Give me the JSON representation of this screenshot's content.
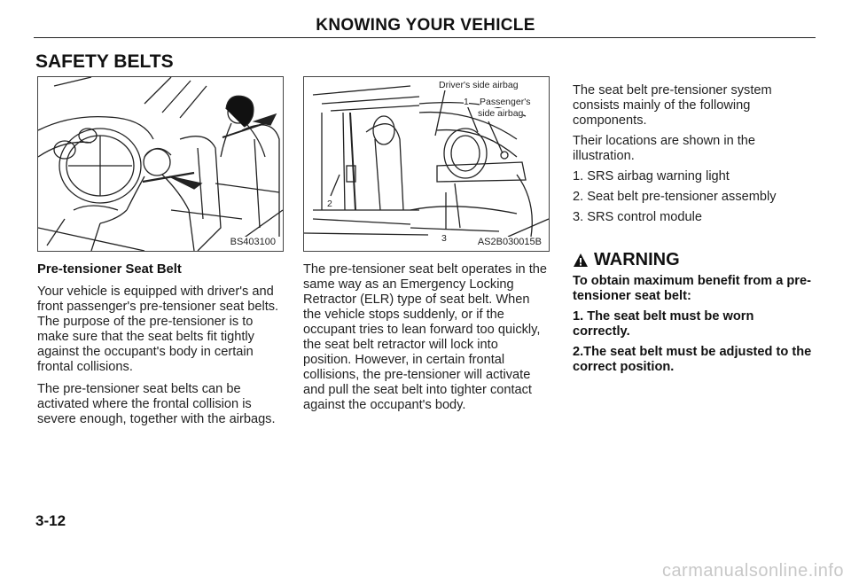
{
  "header": {
    "title": "KNOWING YOUR VEHICLE"
  },
  "section": {
    "title": "SAFETY BELTS"
  },
  "figure_left": {
    "code": "BS403100"
  },
  "figure_middle": {
    "code": "AS2B030015B",
    "label_driver_airbag": "Driver's side airbag",
    "label_passenger_num": "1",
    "label_passenger_line1": "Passenger's",
    "label_passenger_line2": "side airbag",
    "callout_2": "2",
    "callout_3": "3"
  },
  "left_column": {
    "heading": "Pre-tensioner Seat Belt",
    "para1": "Your vehicle is equipped with driver's and front passenger's pre-tensioner seat belts. The purpose of the pre-tensioner is to make sure that the seat belts fit tightly against the occupant's body in certain frontal collisions.",
    "para2": "The pre-tensioner seat belts can be activated where the frontal collision is severe enough, together with the airbags."
  },
  "middle_column": {
    "para1": "The pre-tensioner seat belt operates in the same way as an Emergency Locking Retractor (ELR) type of seat belt. When the vehicle stops suddenly, or if the occupant tries to lean forward too quickly, the seat belt retractor will lock into position. However, in certain frontal collisions, the pre-tensioner will activate and pull the seat belt into tighter contact against the occupant's body."
  },
  "right_column": {
    "intro": "The seat belt pre-tensioner system consists mainly of the following components.",
    "locations": "Their locations are shown in the illustration.",
    "items": [
      "1. SRS airbag warning light",
      "2. Seat belt pre-tensioner assembly",
      "3. SRS control module"
    ]
  },
  "warning": {
    "title": "WARNING",
    "lead": "To obtain maximum benefit from a pre-tensioner seat belt:",
    "item1": "1. The seat belt must be worn correctly.",
    "item2": "2.The seat belt must be adjusted to the correct position."
  },
  "footer": {
    "page_number": "3-12",
    "watermark": "carmanualsonline.info"
  },
  "icons": {
    "warning": "warning-triangle-icon"
  }
}
